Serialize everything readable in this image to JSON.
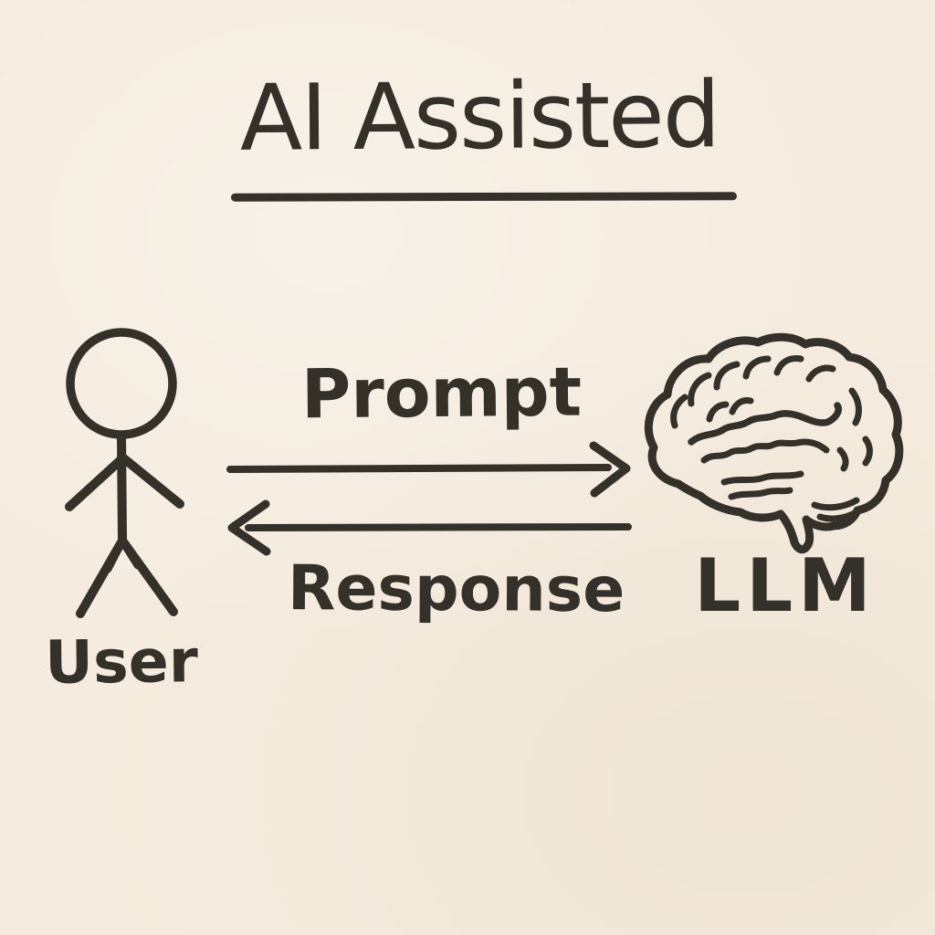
{
  "colors": {
    "paper": "#f5ecdf",
    "ink": "#34302a"
  },
  "title": {
    "text": "AI Assisted",
    "underlined": true
  },
  "actors": {
    "user": {
      "label": "User",
      "icon": "stick-figure-icon"
    },
    "llm": {
      "label": "LLM",
      "icon": "brain-icon"
    }
  },
  "flows": {
    "prompt": {
      "label": "Prompt",
      "from": "user",
      "to": "llm",
      "direction": "right"
    },
    "response": {
      "label": "Response",
      "from": "llm",
      "to": "user",
      "direction": "left"
    }
  }
}
